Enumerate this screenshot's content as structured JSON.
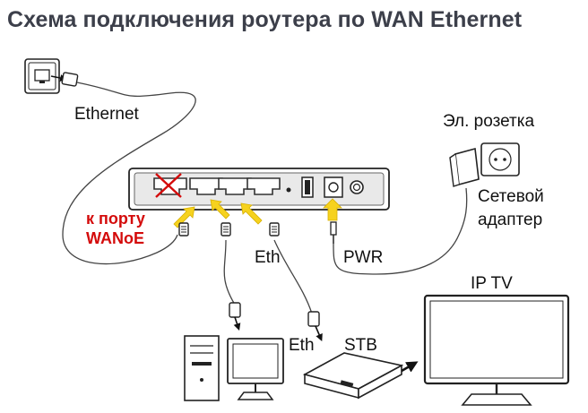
{
  "title": "Схема подключения роутера по WAN Ethernet",
  "labels": {
    "ethernet": "Ethernet",
    "socket_line1": "Эл. розетка",
    "adapter_line1": "Сетевой",
    "adapter_line2": "адаптер",
    "wan_line1": "к порту",
    "wan_line2": "WANoE",
    "eth_1": "Eth",
    "eth_2": "Eth",
    "pwr": "PWR",
    "stb": "STB",
    "iptv": "IP TV"
  },
  "colors": {
    "title": "#3c3f4a",
    "accent_red": "#d40b0b",
    "arrow_yellow": "#f6d21e",
    "router_fill": "#e9e9e9",
    "line": "#222222"
  },
  "icons": [
    "wall-ethernet-socket-icon",
    "router-icon",
    "ethernet-plug-icon",
    "power-plug-icon",
    "power-adapter-icon",
    "electric-socket-icon",
    "pc-tower-icon",
    "monitor-icon",
    "stb-box-icon",
    "tv-icon",
    "red-cross-icon",
    "yellow-arrow-icon"
  ]
}
